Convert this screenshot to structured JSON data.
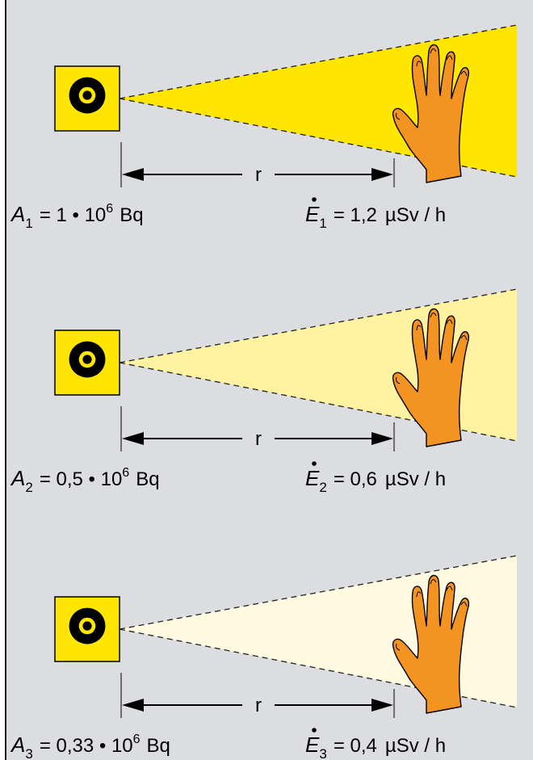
{
  "colors": {
    "background": "#dcdde1",
    "frame": "#1a1a1a",
    "symbol_fill": "#ffe600",
    "hand": "#f39321",
    "beam_1": "#ffe600",
    "beam_2": "#fff2a0",
    "beam_3": "#fffae0"
  },
  "icons": [
    "radiation-trefoil-icon",
    "hand-icon",
    "double-arrow-icon"
  ],
  "panels": [
    {
      "distance_label": "r",
      "activity": {
        "symbol": "A",
        "index": "1",
        "value": "= 1 • 10",
        "exponent": "6",
        "unit": "Bq"
      },
      "dose_rate": {
        "symbol": "E",
        "index": "1",
        "value": "= 1,2",
        "unit": "µSv / h"
      }
    },
    {
      "distance_label": "r",
      "activity": {
        "symbol": "A",
        "index": "2",
        "value": "= 0,5 • 10",
        "exponent": "6",
        "unit": "Bq"
      },
      "dose_rate": {
        "symbol": "E",
        "index": "2",
        "value": "= 0,6",
        "unit": "µSv / h"
      }
    },
    {
      "distance_label": "r",
      "activity": {
        "symbol": "A",
        "index": "3",
        "value": "= 0,33 • 10",
        "exponent": "6",
        "unit": "Bq"
      },
      "dose_rate": {
        "symbol": "E",
        "index": "3",
        "value": "= 0,4",
        "unit": "µSv / h"
      }
    }
  ]
}
